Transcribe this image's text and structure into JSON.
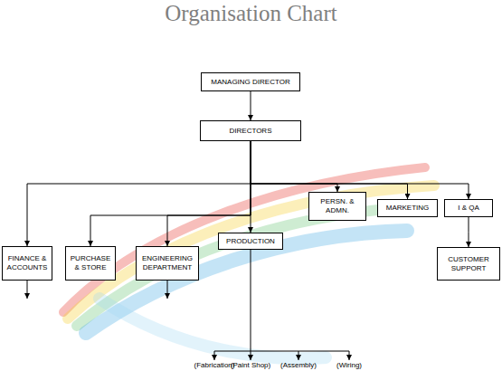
{
  "diagram": {
    "title": "Organisation Chart",
    "nodes": [
      {
        "text": [
          "MANAGING DIRECTOR"
        ]
      },
      {
        "text": [
          "DIRECTORS"
        ]
      },
      {
        "text": [
          "PERSN. & ADMN."
        ]
      },
      {
        "text": [
          "MARKETING"
        ]
      },
      {
        "text": [
          "I & QA"
        ]
      },
      {
        "text": [
          "PRODUCTION"
        ]
      },
      {
        "text": [
          "FINANCE & ACCOUNTS"
        ]
      },
      {
        "text": [
          "PURCHASE & STORE"
        ]
      },
      {
        "text": [
          "ENGINEERING DEPARTMENT"
        ]
      },
      {
        "text": [
          "CUSTOMER SUPPORT"
        ]
      }
    ],
    "edges": [
      {
        "from": 0,
        "to": 1,
        "arrow": "to"
      },
      {
        "from": 1,
        "to": 6,
        "arrow": "to"
      },
      {
        "from": 1,
        "to": 7,
        "arrow": "to"
      },
      {
        "from": 1,
        "to": 8,
        "arrow": "to"
      },
      {
        "from": 1,
        "to": 5,
        "arrow": "to"
      },
      {
        "from": 1,
        "to": 2,
        "arrow": "to"
      },
      {
        "from": 1,
        "to": 3,
        "arrow": "to"
      },
      {
        "from": 1,
        "to": 4,
        "arrow": "to"
      },
      {
        "from": 4,
        "to": 9,
        "arrow": "to"
      }
    ],
    "labels": [
      "(Fabrication)",
      "(Paint Shop)",
      "(Assembly)",
      "(Wiring)"
    ]
  }
}
